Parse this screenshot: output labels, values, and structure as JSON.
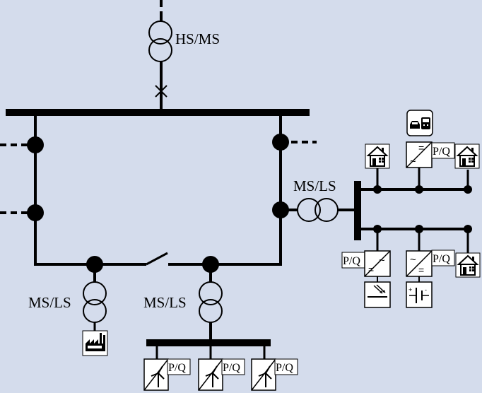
{
  "diagram": {
    "transformer_labels": {
      "hv_mv": "HS/MS",
      "mv_lv_feeder": "MS/LS",
      "mv_lv_industry": "MS/LS",
      "mv_lv_wind": "MS/LS"
    },
    "pq_label": "P/Q",
    "colors": {
      "background": "#d4dcec",
      "line": "#000000",
      "box_fill": "#ffffff"
    },
    "icons": [
      "house-icon",
      "factory-icon",
      "wind-turbine-icon",
      "solar-panel-icon",
      "battery-icon",
      "ev-charging-icon",
      "inverter-icon",
      "breaker-icon",
      "switch-icon"
    ]
  }
}
